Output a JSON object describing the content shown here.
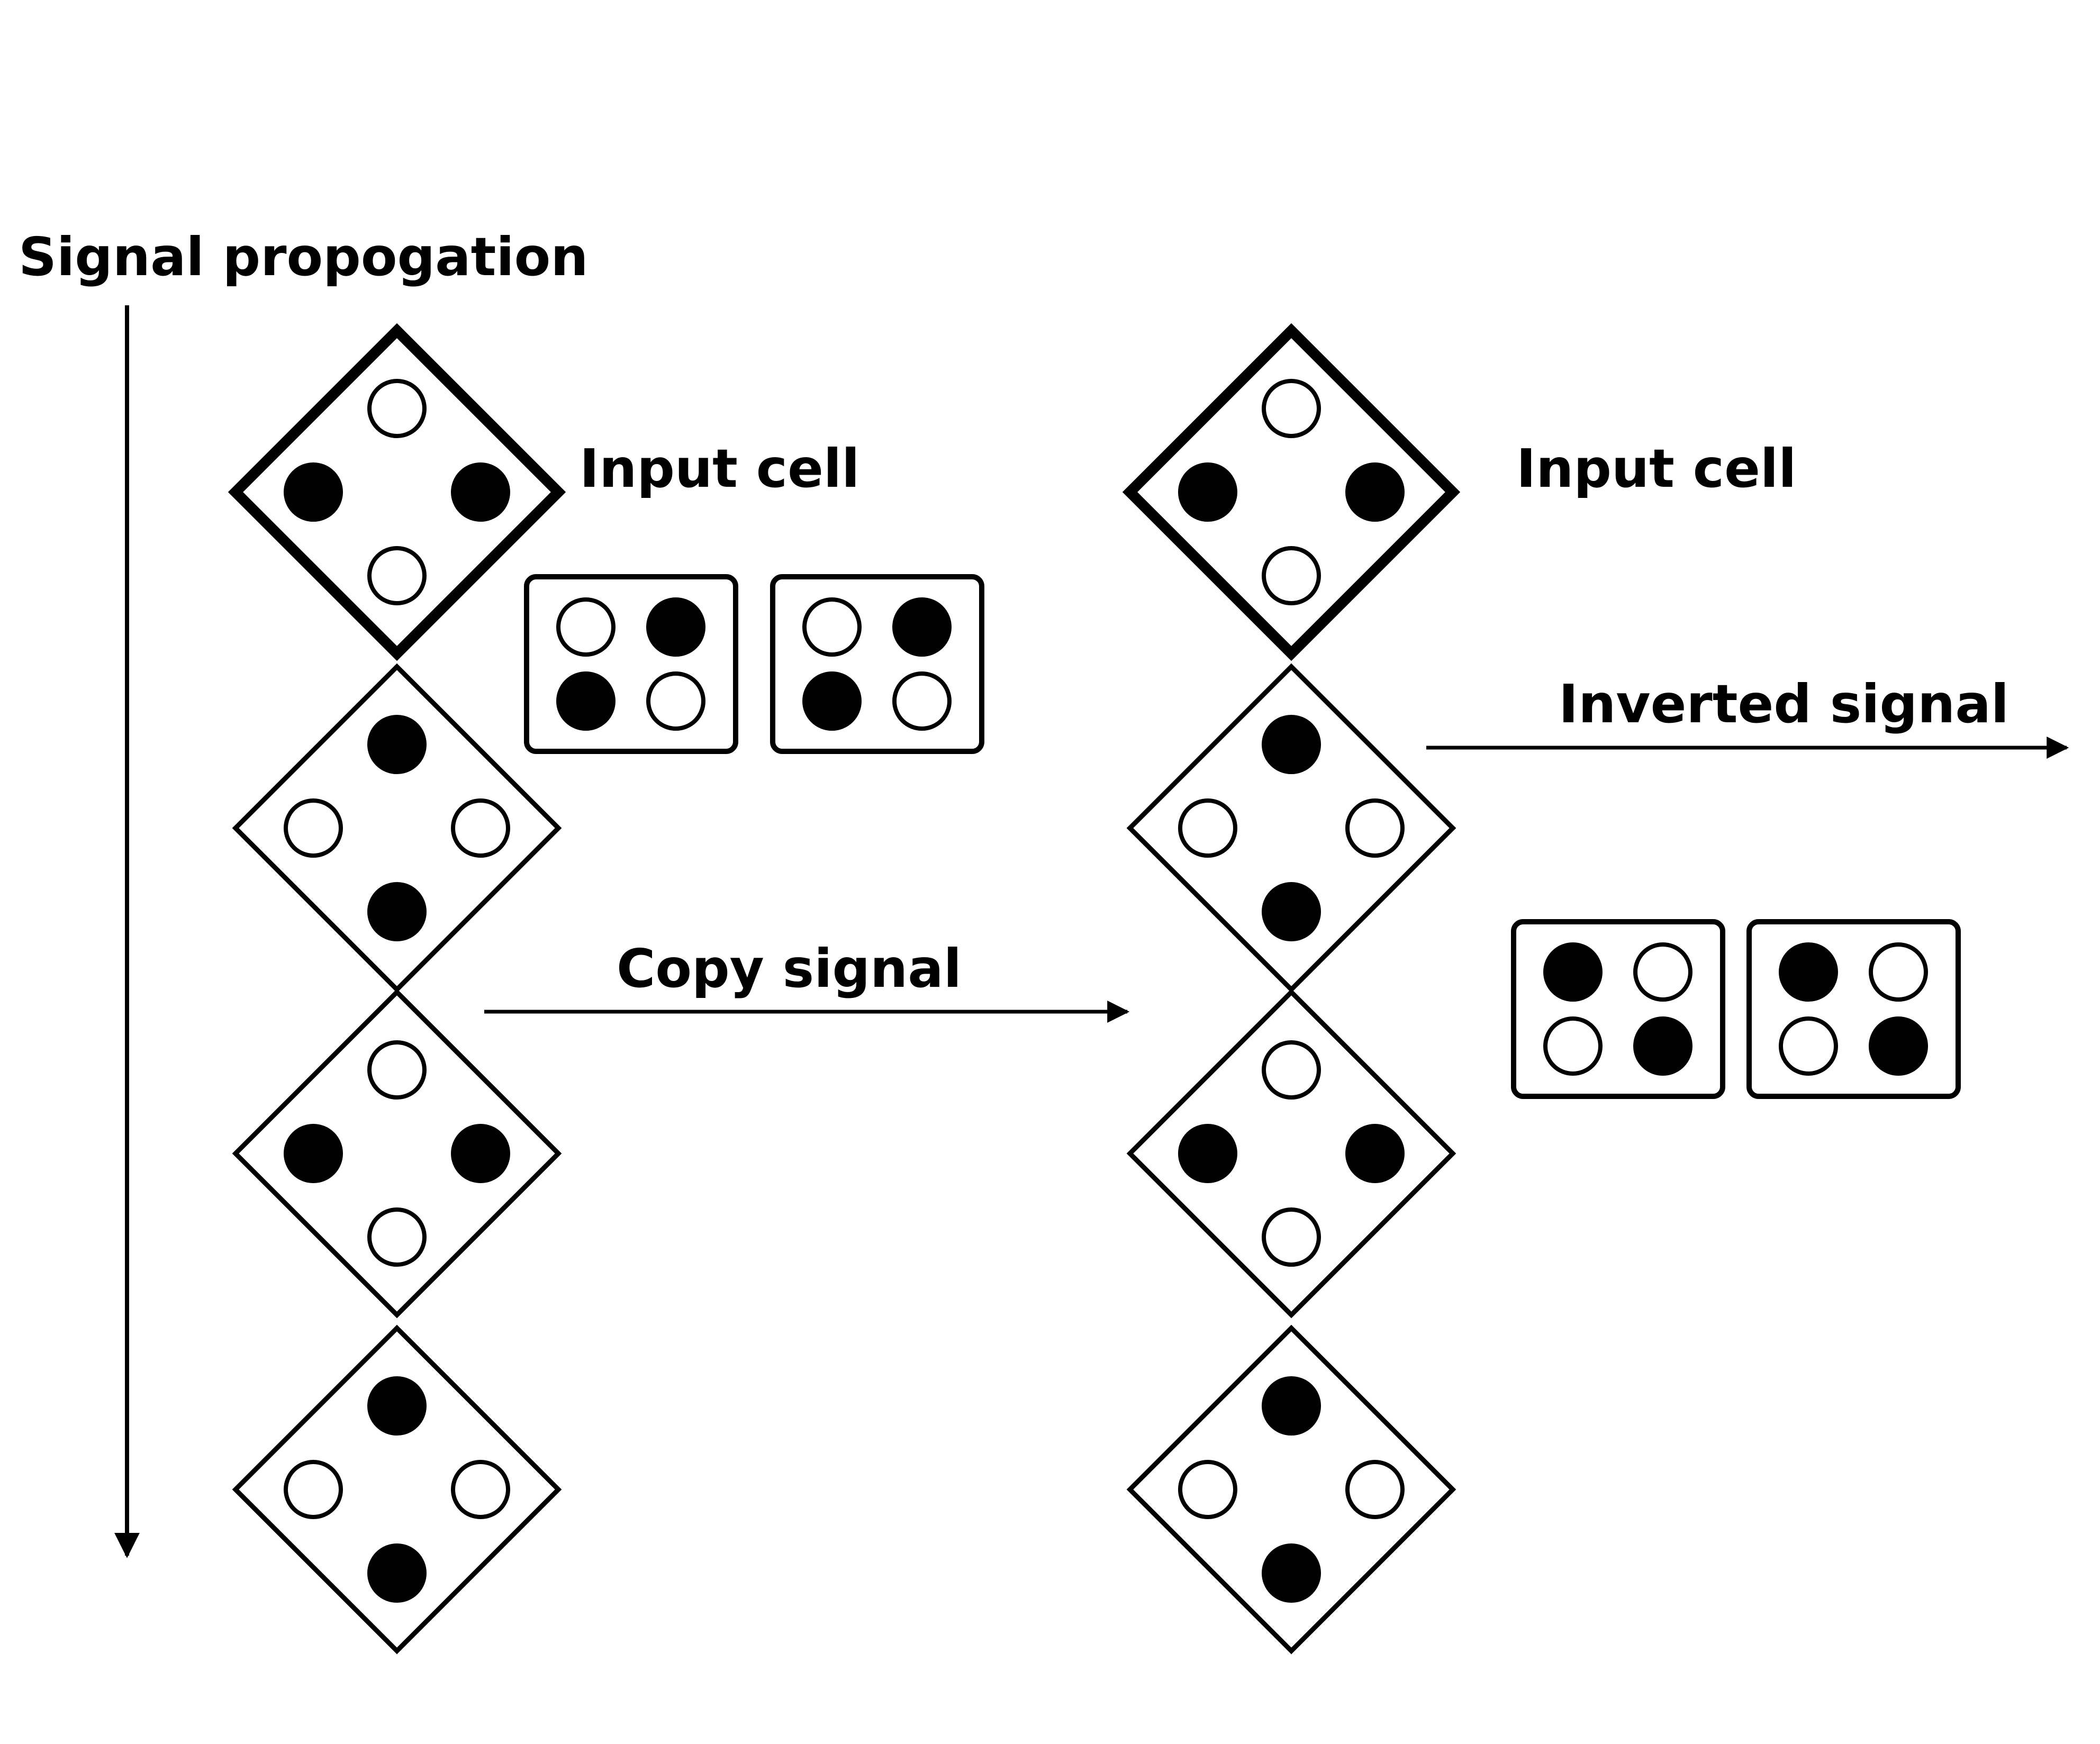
{
  "colors": {
    "ink": "#000000",
    "background": "#ffffff"
  },
  "labels": {
    "signal_propagation": "Signal propogation",
    "input_cell_left": "Input cell",
    "input_cell_right": "Input cell",
    "copy_signal": "Copy signal",
    "inverted_signal": "Inverted signal"
  },
  "columns": [
    {
      "name": "copy",
      "cells": [
        {
          "kind": "input",
          "dots": {
            "top": "open",
            "left": "filled",
            "right": "filled",
            "bottom": "open"
          }
        },
        {
          "kind": "normal",
          "dots": {
            "top": "filled",
            "left": "open",
            "right": "open",
            "bottom": "filled"
          }
        },
        {
          "kind": "normal",
          "dots": {
            "top": "open",
            "left": "filled",
            "right": "filled",
            "bottom": "open"
          }
        },
        {
          "kind": "normal",
          "dots": {
            "top": "filled",
            "left": "open",
            "right": "open",
            "bottom": "filled"
          }
        }
      ]
    },
    {
      "name": "inverted",
      "cells": [
        {
          "kind": "input",
          "dots": {
            "top": "open",
            "left": "filled",
            "right": "filled",
            "bottom": "open"
          }
        },
        {
          "kind": "normal",
          "dots": {
            "top": "filled",
            "left": "open",
            "right": "open",
            "bottom": "filled"
          }
        },
        {
          "kind": "normal",
          "dots": {
            "top": "open",
            "left": "filled",
            "right": "filled",
            "bottom": "open"
          }
        },
        {
          "kind": "normal",
          "dots": {
            "top": "filled",
            "left": "open",
            "right": "open",
            "bottom": "filled"
          }
        }
      ]
    }
  ],
  "rule_boxes": {
    "copy": [
      [
        "open",
        "filled",
        "filled",
        "open"
      ],
      [
        "open",
        "filled",
        "filled",
        "open"
      ]
    ],
    "inverted": [
      [
        "filled",
        "open",
        "open",
        "filled"
      ],
      [
        "filled",
        "open",
        "open",
        "filled"
      ]
    ]
  }
}
